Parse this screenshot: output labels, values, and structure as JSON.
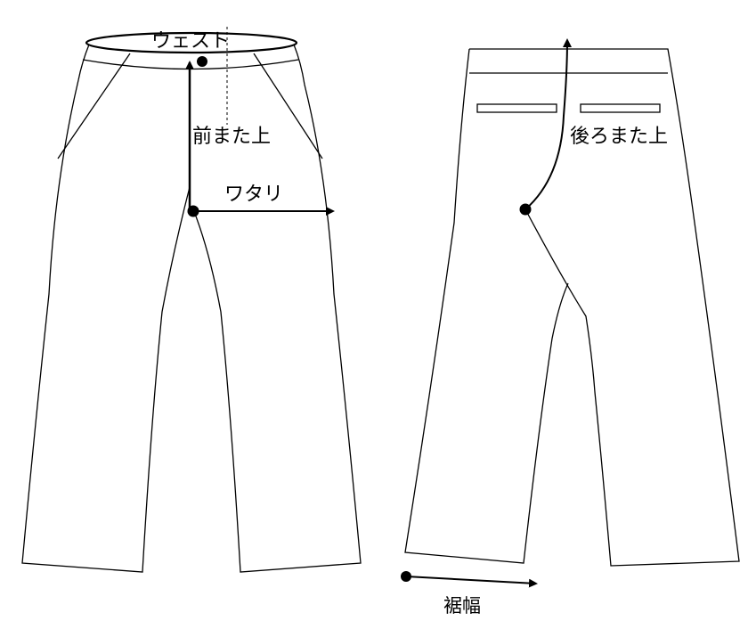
{
  "diagram": {
    "labels": {
      "waist": "ウェスト",
      "front_rise": "前また上",
      "thigh_width": "ワタリ",
      "back_rise": "後ろまた上",
      "hem_width": "裾幅"
    },
    "views": [
      "front",
      "back"
    ],
    "colors": {
      "line": "#000000",
      "background": "#ffffff"
    }
  }
}
